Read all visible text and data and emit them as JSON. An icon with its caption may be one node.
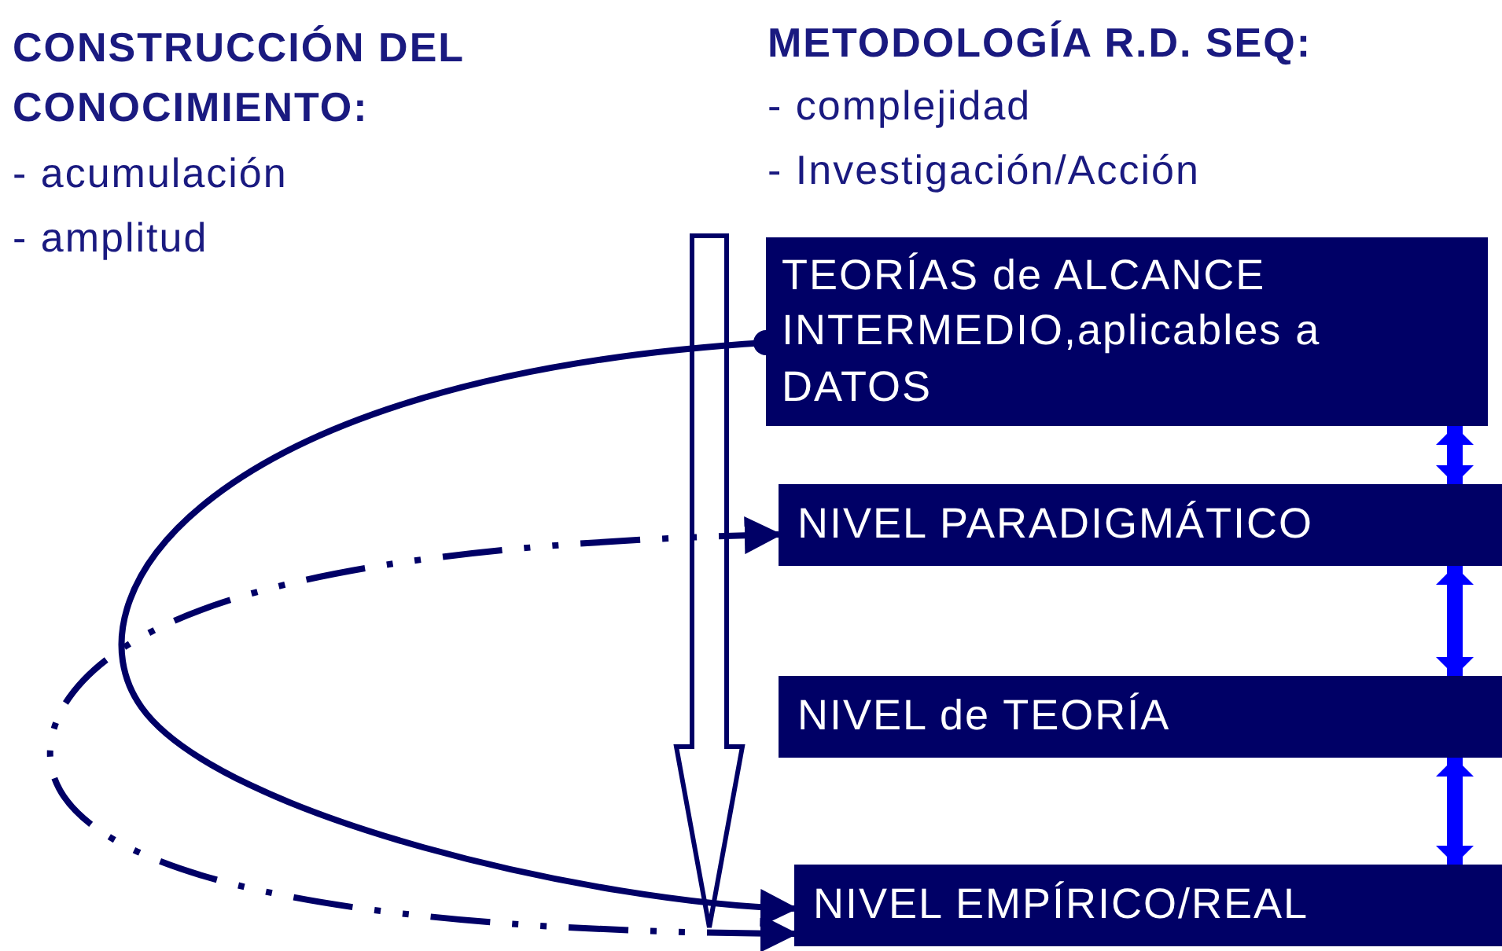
{
  "diagram": {
    "nodes": [
      {
        "text": [
          "TEORÍAS de ALCANCE INTERMEDIO,aplicables a DATOS"
        ]
      },
      {
        "text": [
          "NIVEL PARADIGMÁTICO"
        ]
      },
      {
        "text": [
          "NIVEL de TEORÍA"
        ]
      },
      {
        "text": [
          "NIVEL EMPÍRICO/REAL"
        ]
      }
    ],
    "edges": [
      {
        "from": 0,
        "to": 3,
        "arrow": "to",
        "color": "#000066"
      },
      {
        "from": 1,
        "to": 3,
        "arrow": "both",
        "style": "dashed",
        "color": "#000066"
      },
      {
        "from": 0,
        "to": 1,
        "arrow": "both"
      },
      {
        "from": 1,
        "to": 2,
        "arrow": "both"
      },
      {
        "from": 2,
        "to": 3,
        "arrow": "both"
      }
    ],
    "labels": [
      "CONSTRUCCIÓN DEL CONOCIMIENTO:",
      "- acumulación",
      "- amplitud",
      "METODOLOGÍA R.D. SEQ:",
      "- complejidad",
      "- Investigación/Acción"
    ]
  }
}
